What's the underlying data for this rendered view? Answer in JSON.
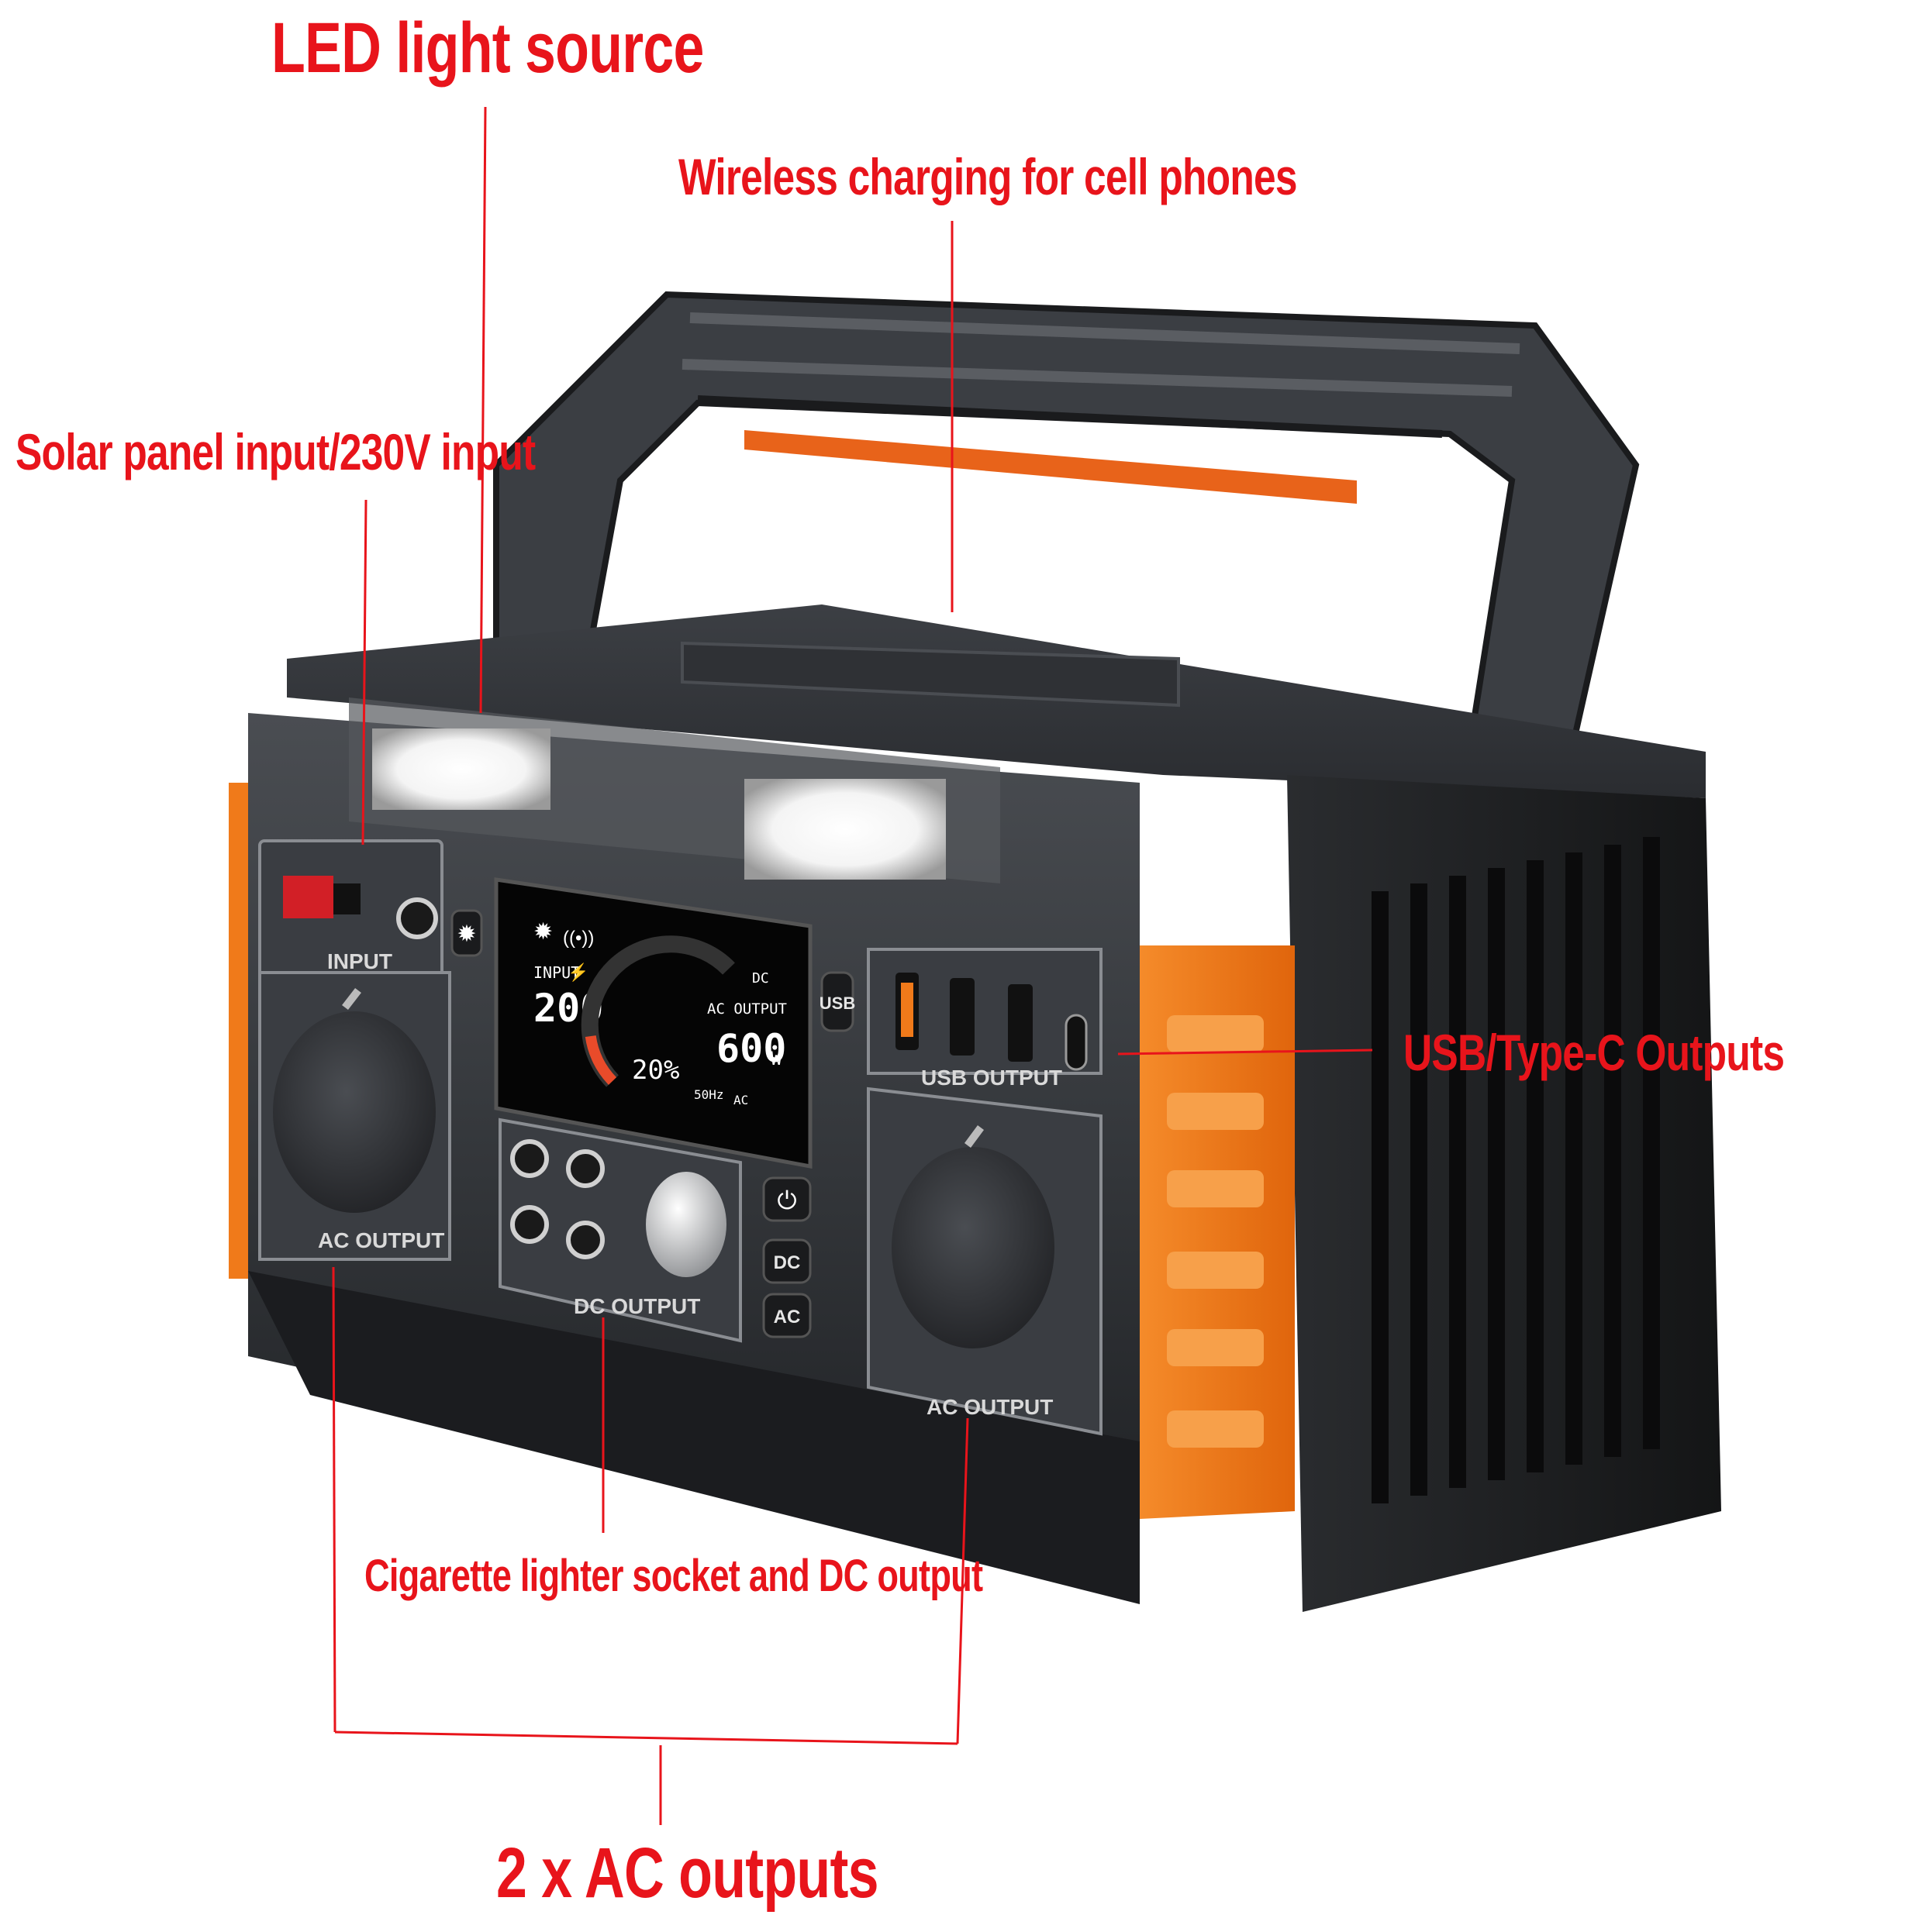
{
  "callouts": {
    "led": "LED light source",
    "wireless": "Wireless charging for cell phones",
    "solar": "Solar panel input/230V input",
    "usb": "USB/Type-C Outputs",
    "cigarette": "Cigarette lighter socket and DC output",
    "ac": "2 x AC outputs"
  },
  "panel_labels": {
    "input": "INPUT",
    "ac_output_left": "AC OUTPUT",
    "ac_output_right": "AC OUTPUT",
    "dc_output": "DC OUTPUT",
    "usb_output": "USB OUTPUT"
  },
  "buttons": {
    "usb": "USB",
    "dc": "DC",
    "ac": "AC"
  },
  "display": {
    "input_label": "INPUT",
    "input_value": "200",
    "input_unit": "W",
    "percent": "20%",
    "ac_output_label": "AC OUTPUT",
    "ac_output_value": "600",
    "ac_output_unit": "W",
    "dc_label": "DC",
    "frequency": "50Hz",
    "ac_label": "AC",
    "battery_level": 0.2
  },
  "colors": {
    "callout": "#e8141b",
    "accent": "#f07a1a",
    "body": "#2b2d30",
    "panel": "#3a3d42"
  },
  "icons": [
    "light-icon",
    "wireless-icon",
    "power-icon",
    "lightning-icon"
  ]
}
